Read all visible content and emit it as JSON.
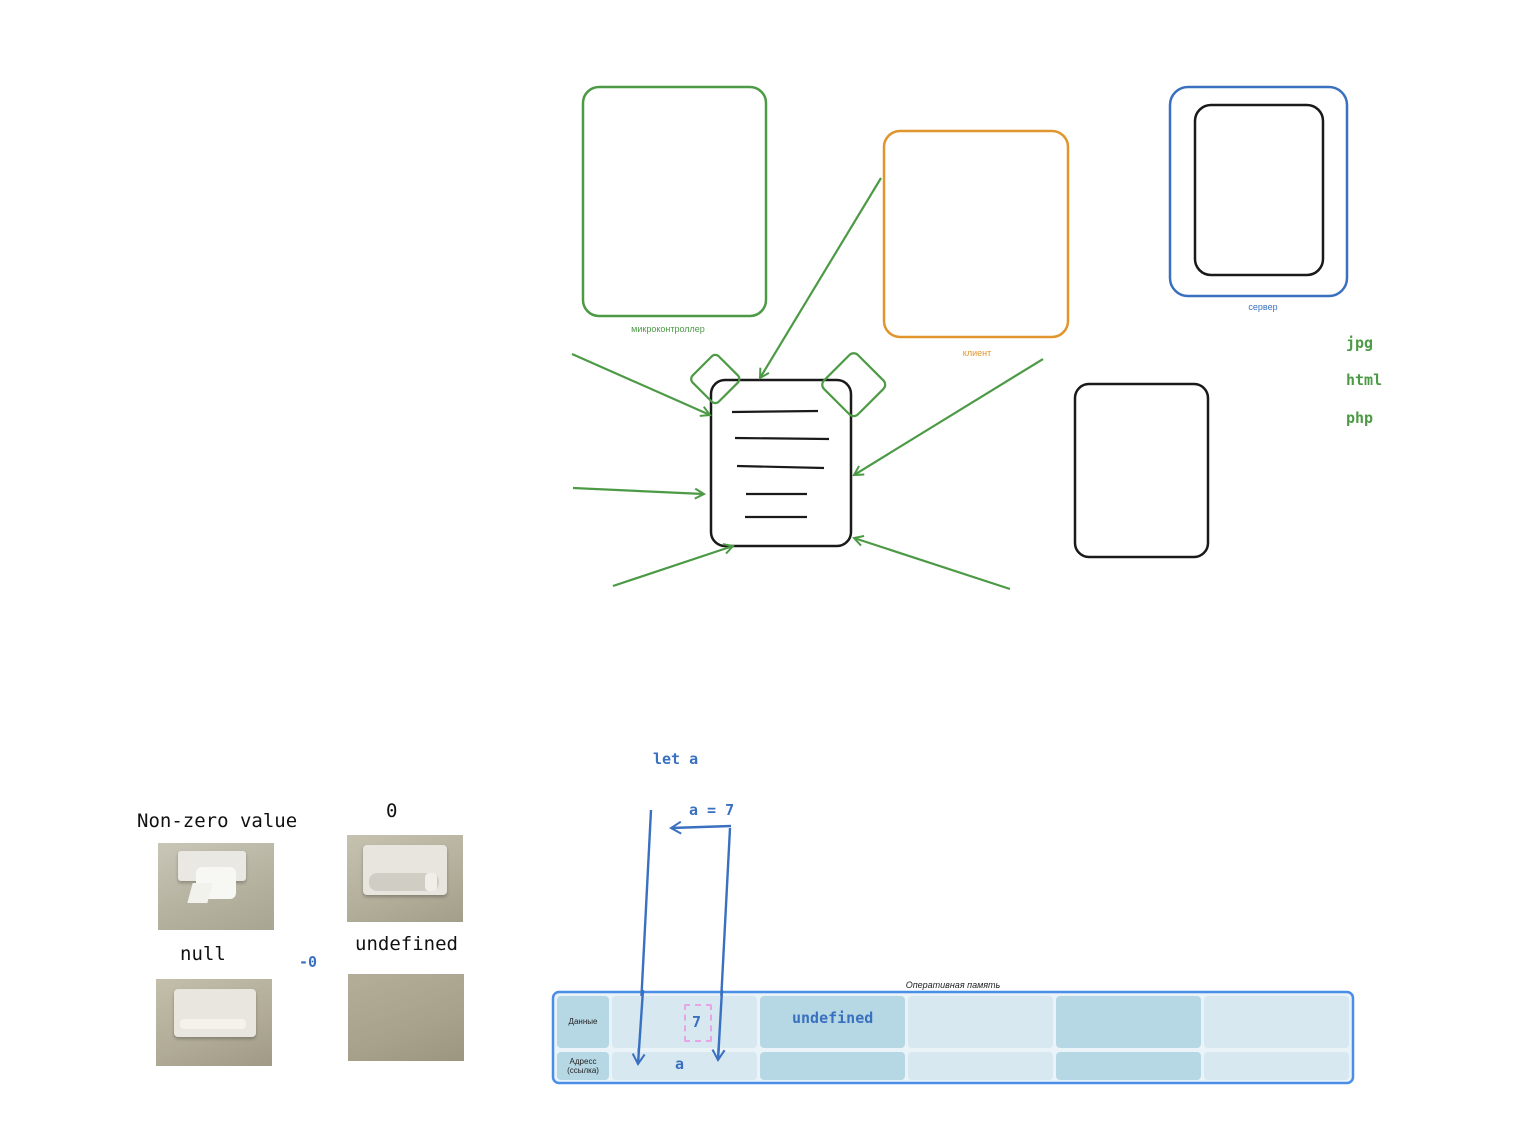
{
  "colors": {
    "green": "#4c9a45",
    "orange": "#e0962c",
    "blue": "#3a70c0",
    "black": "#1a1a1a",
    "ram_border": "#4a8ee8",
    "ram_dark": "#b6d8e4",
    "ram_light": "#d7e8f1",
    "pink": "#e6a6e6"
  },
  "labels": {
    "microcontroller": "микроконтроллер",
    "client": "клиент",
    "server": "сервер"
  },
  "file_types": [
    "jpg",
    "html",
    "php"
  ],
  "code": {
    "let_a": "let a",
    "assign": "a = 7",
    "neg_zero": "-0"
  },
  "toilet": {
    "non_zero": "Non-zero value",
    "zero": "0",
    "null": "null",
    "undefined": "undefined"
  },
  "ram": {
    "title": "Оперативная память",
    "row_data_label": "Данные",
    "row_address_label": "Адресс (ссылка)",
    "cell_value": "7",
    "cell_undefined": "undefined",
    "address_a": "a"
  },
  "icons": [
    "document-icon",
    "arrow-icon",
    "toilet-paper-photo"
  ]
}
